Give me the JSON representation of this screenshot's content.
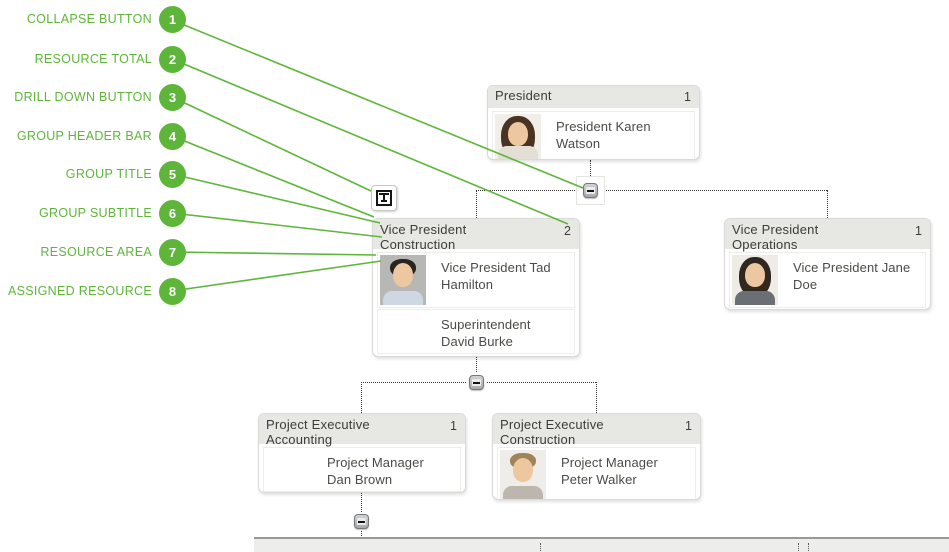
{
  "annotations": [
    {
      "number": "1",
      "label": "COLLAPSE BUTTON"
    },
    {
      "number": "2",
      "label": "RESOURCE TOTAL"
    },
    {
      "number": "3",
      "label": "DRILL DOWN BUTTON"
    },
    {
      "number": "4",
      "label": "GROUP HEADER BAR"
    },
    {
      "number": "5",
      "label": "GROUP TITLE"
    },
    {
      "number": "6",
      "label": "GROUP SUBTITLE"
    },
    {
      "number": "7",
      "label": "RESOURCE AREA"
    },
    {
      "number": "8",
      "label": "ASSIGNED RESOURCE"
    }
  ],
  "colors": {
    "annotation_green": "#5db639",
    "group_header_bar": "#e7e7e3",
    "connector": "#333333"
  },
  "chart": {
    "type": "org-chart",
    "groups": [
      {
        "title": "President",
        "subtitle": "",
        "total": "1",
        "resources": [
          {
            "name": "President Karen Watson",
            "photo": "woman-brunette"
          }
        ]
      },
      {
        "title": "Vice President",
        "subtitle": "Construction",
        "total": "2",
        "resources": [
          {
            "name": "Vice President Tad Hamilton",
            "photo": "man-dark-hair"
          },
          {
            "name": "Superintendent David Burke",
            "photo": ""
          }
        ]
      },
      {
        "title": "Vice President",
        "subtitle": "Operations",
        "total": "1",
        "resources": [
          {
            "name": "Vice President Jane Doe",
            "photo": "woman-dark-hair"
          }
        ]
      },
      {
        "title": "Project Executive",
        "subtitle": "Accounting",
        "total": "1",
        "resources": [
          {
            "name": "Project Manager Dan Brown",
            "photo": ""
          }
        ]
      },
      {
        "title": "Project Executive",
        "subtitle": "Construction",
        "total": "1",
        "resources": [
          {
            "name": "Project Manager Peter Walker",
            "photo": "man-light-hair"
          }
        ]
      }
    ]
  }
}
